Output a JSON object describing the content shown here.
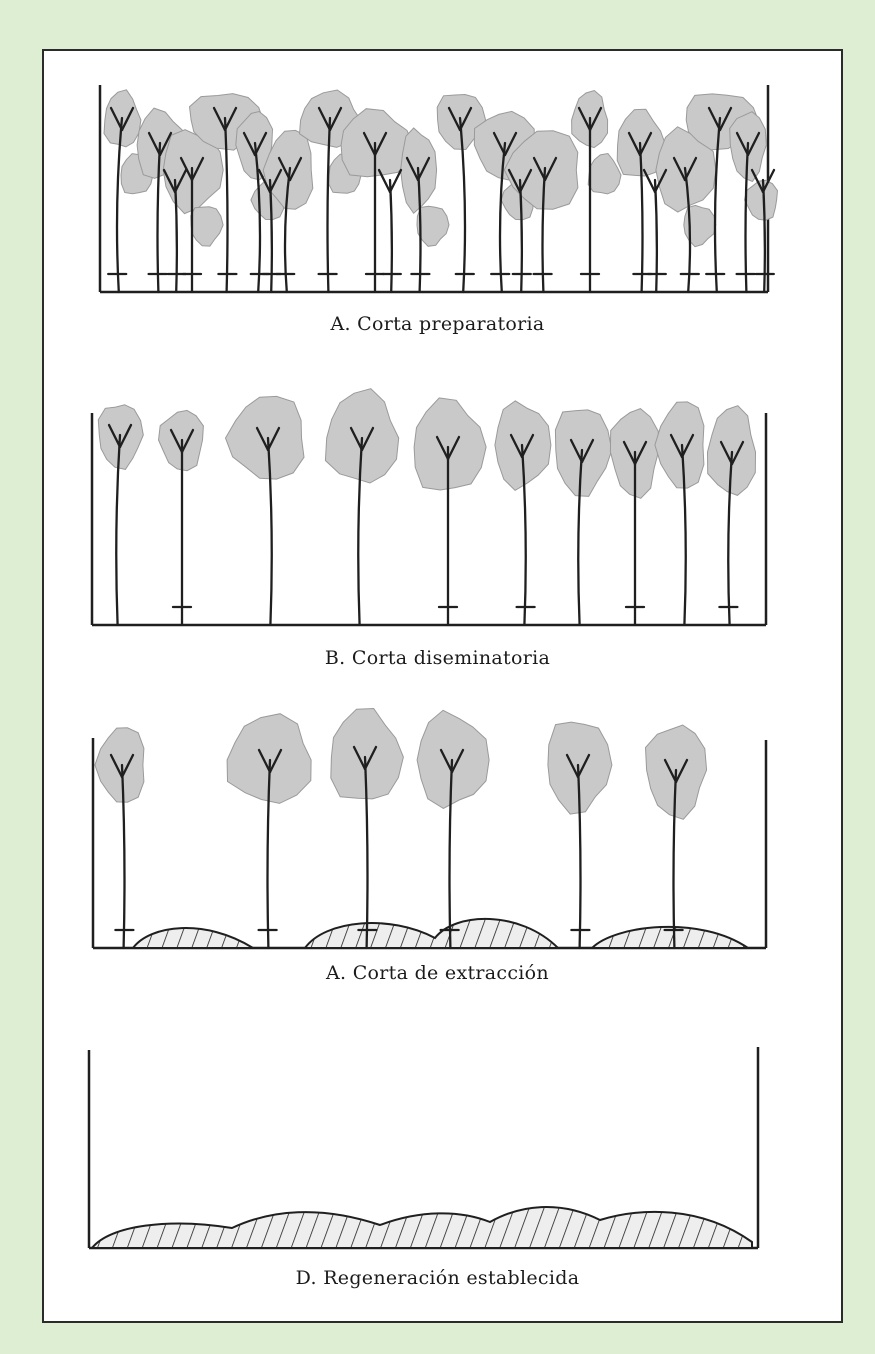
{
  "captions": {
    "panel_a": "A. Corta preparatoria",
    "panel_b": "B. Corta diseminatoria",
    "panel_c": "A. Corta de extracción",
    "panel_d": "D. Regeneración  establecida"
  },
  "colors": {
    "background": "#deeed3",
    "crown": "#c9c9c9",
    "stroke": "#1f1f1f"
  }
}
